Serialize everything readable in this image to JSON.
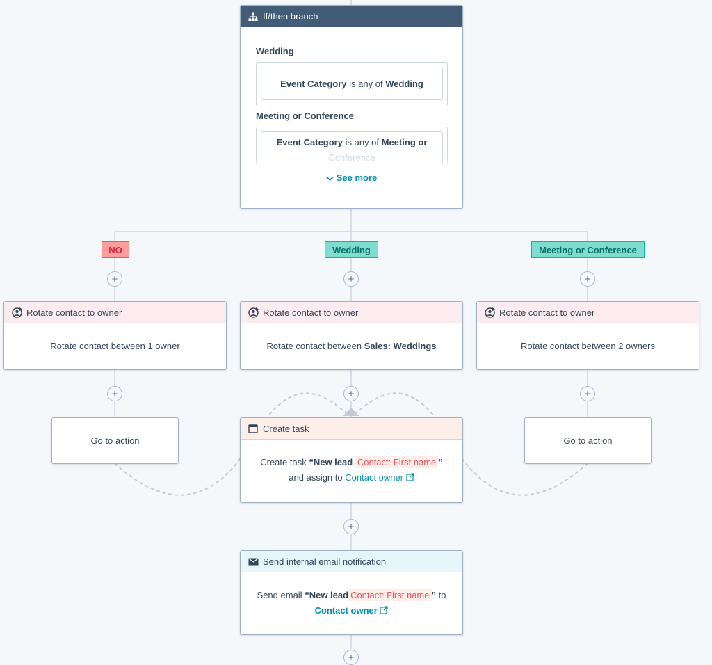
{
  "branch": {
    "title": "If/then branch",
    "groups": [
      {
        "name": "Wedding",
        "property": "Event Category",
        "operator": "is any of",
        "value": "Wedding"
      },
      {
        "name": "Meeting or Conference",
        "property": "Event Category",
        "operator": "is any of",
        "value_line1": "Meeting or",
        "value_line2": "Conference"
      }
    ],
    "see_more": "See more"
  },
  "branch_labels": {
    "no": "NO",
    "wedding": "Wedding",
    "meeting": "Meeting or Conference"
  },
  "rotate_cards": {
    "header": "Rotate contact to owner",
    "left_body": "Rotate contact between 1 owner",
    "middle_prefix": "Rotate contact between",
    "middle_bold": "Sales: Weddings",
    "right_body": "Rotate contact between 2 owners"
  },
  "goto": {
    "left": "Go to action",
    "right": "Go to action"
  },
  "create_task": {
    "header": "Create task",
    "line1_prefix": "Create task",
    "open_quote": "“",
    "task_name": "New lead",
    "token": "Contact: First name",
    "close_quote": "”",
    "line2_prefix": "and assign to",
    "assignee": "Contact owner"
  },
  "email": {
    "header": "Send internal email notification",
    "line1_prefix": "Send email",
    "open_quote": "“",
    "subject": "New lead",
    "token": "Contact: First name",
    "close_quote": "”",
    "to": "to",
    "recipient": "Contact owner"
  },
  "plus_symbol": "+",
  "icons": {
    "branch": "branch-icon",
    "rotate": "rotate-owner-icon",
    "task": "task-icon",
    "email": "email-icon",
    "chevron": "chevron-down-icon",
    "external": "external-link-icon"
  }
}
